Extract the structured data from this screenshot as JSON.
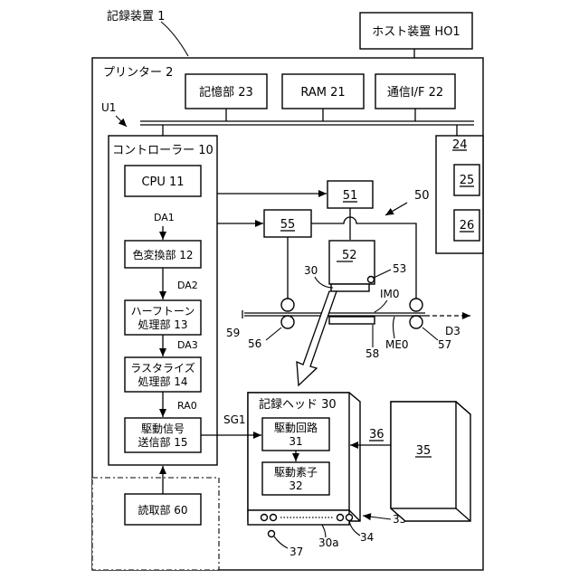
{
  "labels": {
    "device": "記録装置 1",
    "host": "ホスト装置 HO1",
    "printer": "プリンター 2",
    "storage": "記憶部 23",
    "ram": "RAM 21",
    "comm": "通信I/F 22",
    "u1": "U1",
    "controller": "コントローラー 10",
    "cpu": "CPU 11",
    "da1": "DA1",
    "color_conv": "色変換部 12",
    "da2": "DA2",
    "halftone_1": "ハーフトーン",
    "halftone_2": "処理部 13",
    "da3": "DA3",
    "raster_1": "ラスタライズ",
    "raster_2": "処理部 14",
    "ra0": "RA0",
    "drive_sig_1": "駆動信号",
    "drive_sig_2": "送信部 15",
    "sg1": "SG1",
    "reader": "読取部 60",
    "n24": "24",
    "n25": "25",
    "n26": "26",
    "n51": "51",
    "n55": "55",
    "n50": "50",
    "n52": "52",
    "n30": "30",
    "n53": "53",
    "im0": "IM0",
    "n59": "59",
    "n56": "56",
    "n57": "57",
    "d3": "D3",
    "me0": "ME0",
    "n58": "58",
    "head": "記録ヘッド 30",
    "drive_circuit_1": "駆動回路",
    "drive_circuit_2": "31",
    "drive_elem_1": "駆動素子",
    "drive_elem_2": "32",
    "n36": "36",
    "n35": "35",
    "n33": "33",
    "n34": "34",
    "n30a": "30a",
    "n37": "37"
  }
}
